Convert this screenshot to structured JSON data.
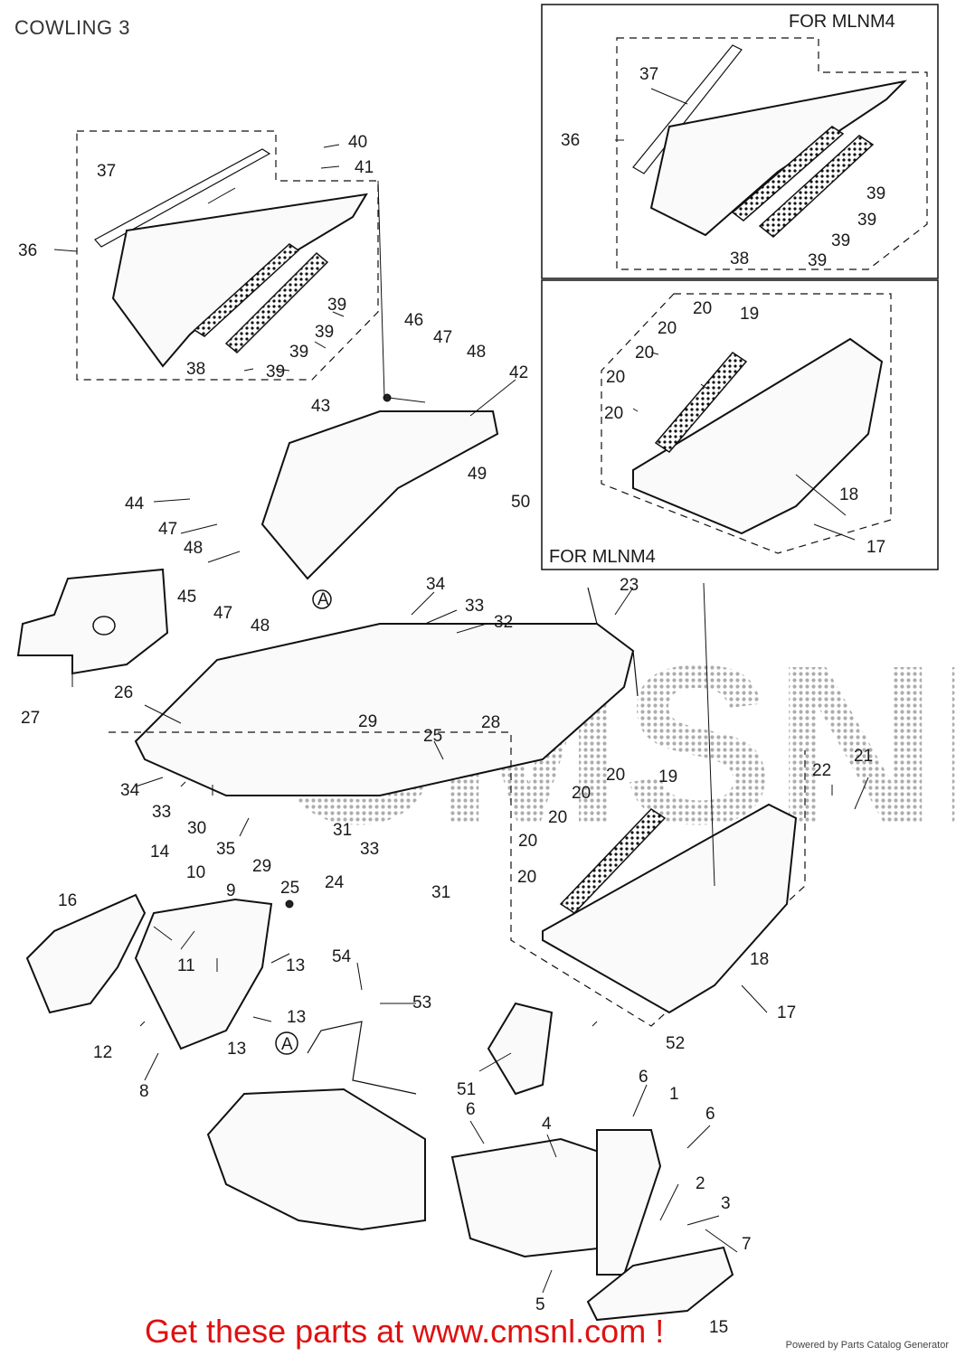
{
  "header": {
    "title": "COWLING 3"
  },
  "insets": {
    "top_right_label": "FOR MLNM4",
    "middle_right_label": "FOR MLNM4"
  },
  "callouts": [
    {
      "id": "c1",
      "text": "1"
    },
    {
      "id": "c2",
      "text": "2"
    },
    {
      "id": "c3",
      "text": "3"
    },
    {
      "id": "c4",
      "text": "4"
    },
    {
      "id": "c5",
      "text": "5"
    },
    {
      "id": "c6a",
      "text": "6"
    },
    {
      "id": "c6b",
      "text": "6"
    },
    {
      "id": "c6c",
      "text": "6"
    },
    {
      "id": "c7",
      "text": "7"
    },
    {
      "id": "c8",
      "text": "8"
    },
    {
      "id": "c9",
      "text": "9"
    },
    {
      "id": "c10",
      "text": "10"
    },
    {
      "id": "c11",
      "text": "11"
    },
    {
      "id": "c12",
      "text": "12"
    },
    {
      "id": "c13a",
      "text": "13"
    },
    {
      "id": "c13b",
      "text": "13"
    },
    {
      "id": "c13c",
      "text": "13"
    },
    {
      "id": "c14",
      "text": "14"
    },
    {
      "id": "c15",
      "text": "15"
    },
    {
      "id": "c16",
      "text": "16"
    },
    {
      "id": "c17a",
      "text": "17"
    },
    {
      "id": "c17b",
      "text": "17"
    },
    {
      "id": "c18a",
      "text": "18"
    },
    {
      "id": "c18b",
      "text": "18"
    },
    {
      "id": "c19a",
      "text": "19"
    },
    {
      "id": "c19b",
      "text": "19"
    },
    {
      "id": "c20a",
      "text": "20"
    },
    {
      "id": "c20b",
      "text": "20"
    },
    {
      "id": "c20c",
      "text": "20"
    },
    {
      "id": "c20d",
      "text": "20"
    },
    {
      "id": "c20e",
      "text": "20"
    },
    {
      "id": "c20f",
      "text": "20"
    },
    {
      "id": "c20g",
      "text": "20"
    },
    {
      "id": "c20h",
      "text": "20"
    },
    {
      "id": "c20i",
      "text": "20"
    },
    {
      "id": "c20j",
      "text": "20"
    },
    {
      "id": "c21",
      "text": "21"
    },
    {
      "id": "c22",
      "text": "22"
    },
    {
      "id": "c23",
      "text": "23"
    },
    {
      "id": "c24",
      "text": "24"
    },
    {
      "id": "c25a",
      "text": "25"
    },
    {
      "id": "c25b",
      "text": "25"
    },
    {
      "id": "c26",
      "text": "26"
    },
    {
      "id": "c27",
      "text": "27"
    },
    {
      "id": "c28",
      "text": "28"
    },
    {
      "id": "c29a",
      "text": "29"
    },
    {
      "id": "c29b",
      "text": "29"
    },
    {
      "id": "c30",
      "text": "30"
    },
    {
      "id": "c31a",
      "text": "31"
    },
    {
      "id": "c31b",
      "text": "31"
    },
    {
      "id": "c32",
      "text": "32"
    },
    {
      "id": "c33a",
      "text": "33"
    },
    {
      "id": "c33b",
      "text": "33"
    },
    {
      "id": "c33c",
      "text": "33"
    },
    {
      "id": "c34a",
      "text": "34"
    },
    {
      "id": "c34b",
      "text": "34"
    },
    {
      "id": "c35",
      "text": "35"
    },
    {
      "id": "c36a",
      "text": "36"
    },
    {
      "id": "c36b",
      "text": "36"
    },
    {
      "id": "c37a",
      "text": "37"
    },
    {
      "id": "c37b",
      "text": "37"
    },
    {
      "id": "c38a",
      "text": "38"
    },
    {
      "id": "c38b",
      "text": "38"
    },
    {
      "id": "c39a",
      "text": "39"
    },
    {
      "id": "c39b",
      "text": "39"
    },
    {
      "id": "c39c",
      "text": "39"
    },
    {
      "id": "c39d",
      "text": "39"
    },
    {
      "id": "c39e",
      "text": "39"
    },
    {
      "id": "c39f",
      "text": "39"
    },
    {
      "id": "c39g",
      "text": "39"
    },
    {
      "id": "c39h",
      "text": "39"
    },
    {
      "id": "c40",
      "text": "40"
    },
    {
      "id": "c41",
      "text": "41"
    },
    {
      "id": "c42",
      "text": "42"
    },
    {
      "id": "c43",
      "text": "43"
    },
    {
      "id": "c44",
      "text": "44"
    },
    {
      "id": "c45",
      "text": "45"
    },
    {
      "id": "c46",
      "text": "46"
    },
    {
      "id": "c47a",
      "text": "47"
    },
    {
      "id": "c47b",
      "text": "47"
    },
    {
      "id": "c47c",
      "text": "47"
    },
    {
      "id": "c48a",
      "text": "48"
    },
    {
      "id": "c48b",
      "text": "48"
    },
    {
      "id": "c48c",
      "text": "48"
    },
    {
      "id": "c49",
      "text": "49"
    },
    {
      "id": "c50",
      "text": "50"
    },
    {
      "id": "c51",
      "text": "51"
    },
    {
      "id": "c52",
      "text": "52"
    },
    {
      "id": "c53",
      "text": "53"
    },
    {
      "id": "c54",
      "text": "54"
    },
    {
      "id": "cA1",
      "text": "A"
    },
    {
      "id": "cA2",
      "text": "A"
    }
  ],
  "footer": {
    "cta": "Get these parts at www.cmsnl.com !",
    "powered_by": "Powered by Parts Catalog Generator"
  },
  "watermark": {
    "text": "CMSNL"
  }
}
